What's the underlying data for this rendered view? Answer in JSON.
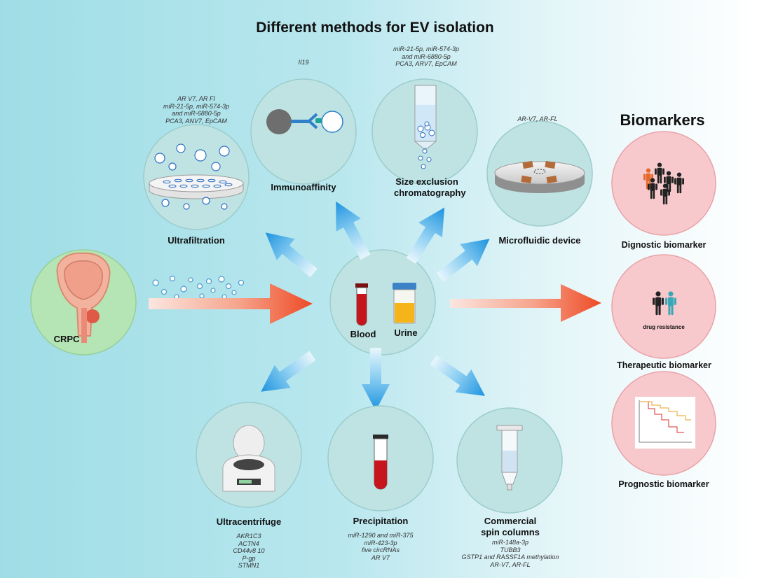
{
  "title": "Different methods for EV isolation",
  "biomarkers_header": "Biomarkers",
  "source": {
    "label": "CRPC"
  },
  "samples": {
    "blood": "Blood",
    "urine": "Urine"
  },
  "methods": [
    {
      "id": "ultrafiltration",
      "label": "Ultrafiltration",
      "markers": [
        "AR V7, AR FI",
        "miR-21-5p, miR-574-3p",
        "and miR-6880-5p",
        "PCA3, ANV7, EpCAM"
      ]
    },
    {
      "id": "immunoaffinity",
      "label": "Immunoaffinity",
      "markers": [
        "II19"
      ]
    },
    {
      "id": "sec",
      "label": "Size exclusion chromatography",
      "markers": [
        "miR-21-5p, miR-574-3p",
        "and miR-6880-5p",
        "PCA3, ARV7, EpCAM"
      ]
    },
    {
      "id": "microfluidic",
      "label": "Microfluidic device",
      "markers": [
        "AR-V7, AR-FL"
      ]
    },
    {
      "id": "ultracentrifuge",
      "label": "Ultracentrifuge",
      "markers": [
        "AKR1C3",
        "ACTN4",
        "CD44v8 10",
        "P-gp",
        "STMN1"
      ]
    },
    {
      "id": "precipitation",
      "label": "Precipitation",
      "markers": [
        "miR-1290 and miR-375",
        "miR-423-3p",
        "five circRNAs",
        "AR V7"
      ]
    },
    {
      "id": "spin",
      "label": "Commercial spin columns",
      "markers": [
        "miR-148a-3p",
        "TUBB3",
        "GSTP1 and RASSF1A methylation",
        "AR-V7, AR-FL"
      ]
    }
  ],
  "biomarkers": [
    {
      "label": "Dignostic biomarker"
    },
    {
      "label": "Therapeutic biomarker",
      "inner_text": "drug resistance"
    },
    {
      "label": "Prognostic biomarker"
    }
  ]
}
